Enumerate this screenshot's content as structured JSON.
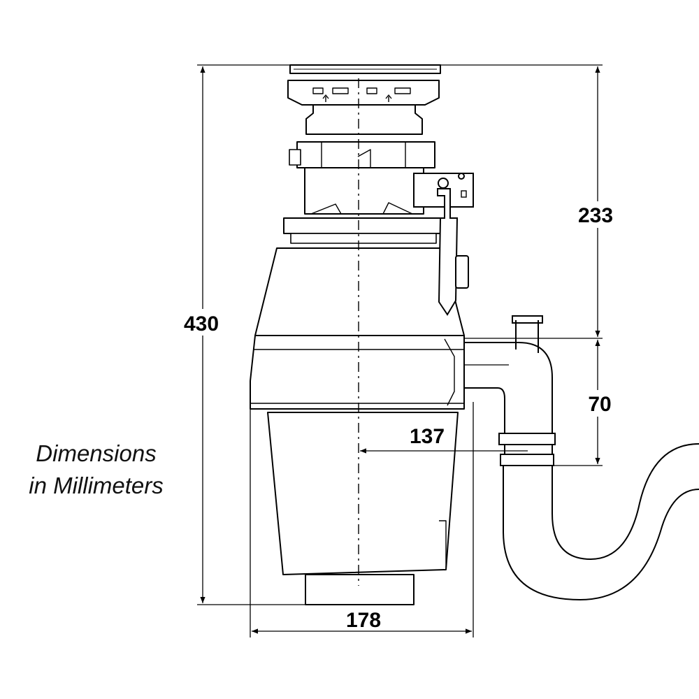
{
  "caption": {
    "line1": "Dimensions",
    "line2": "in Millimeters"
  },
  "dimensions": {
    "total_height": "430",
    "top_to_outlet": "233",
    "outlet_to_trap": "70",
    "center_to_outlet": "137",
    "body_width": "178"
  },
  "colors": {
    "line": "#000000",
    "background": "#ffffff"
  }
}
